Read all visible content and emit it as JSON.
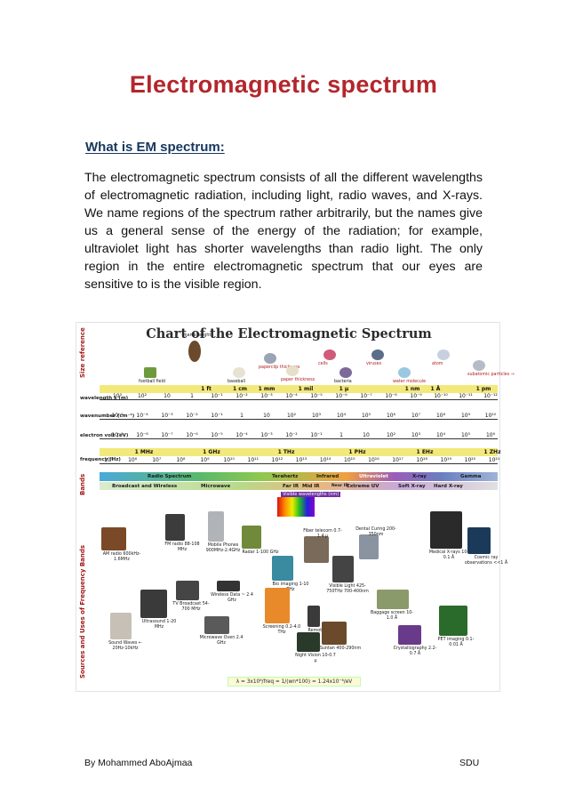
{
  "document": {
    "title": "Electromagnetic spectrum",
    "heading": "What is EM spectrum:",
    "paragraph": "The electromagnetic spectrum consists of all the different wavelengths of electromagnetic radiation, including light, radio waves, and X-rays. We name regions of the spectrum rather arbitrarily, but the names give us a general sense of the energy of the radiation; for example, ultraviolet light has shorter wavelengths than radio light. The only region in the entire electromagnetic spectrum that our eyes are sensitive to is the visible region."
  },
  "figure": {
    "title": "Chart of the Electromagnetic Spectrum",
    "side_labels": {
      "size": "Size reference",
      "bands": "Bands",
      "sources": "Sources and Uses of Frequency Bands"
    },
    "rows": {
      "wavelength": "wavelength λ (m)",
      "wavenumber": "wavenumber (cm⁻¹)",
      "electron_volt": "electron volt (eV)",
      "frequency": "frequency (Hz)"
    },
    "size_refs": [
      "football field",
      "man's height",
      "baseball",
      "paperclip thickness",
      "paper thickness",
      "cells",
      "bacteria",
      "viruses",
      "water molecule",
      "atom",
      "subatomic particles →"
    ],
    "wavelength_units": [
      "1 ft",
      "1 cm",
      "1 mm",
      "1 mil",
      "1 μ",
      "1 nm",
      "1 Å",
      "1 pm"
    ],
    "wavelength_ticks": [
      "10³",
      "10²",
      "10",
      "1",
      "10⁻¹",
      "10⁻²",
      "10⁻³",
      "10⁻⁴",
      "10⁻⁵",
      "10⁻⁶",
      "10⁻⁷",
      "10⁻⁸",
      "10⁻⁹",
      "10⁻¹⁰",
      "10⁻¹¹",
      "10⁻¹²"
    ],
    "wavenumber_ticks": [
      "10⁻⁵",
      "10⁻⁴",
      "10⁻³",
      "10⁻²",
      "10⁻¹",
      "1",
      "10",
      "10²",
      "10³",
      "10⁴",
      "10⁵",
      "10⁶",
      "10⁷",
      "10⁸",
      "10⁹",
      "10¹⁰"
    ],
    "ev_ticks": [
      "10⁻⁹",
      "10⁻⁸",
      "10⁻⁷",
      "10⁻⁶",
      "10⁻⁵",
      "10⁻⁴",
      "10⁻³",
      "10⁻²",
      "10⁻¹",
      "1",
      "10",
      "10²",
      "10³",
      "10⁴",
      "10⁵",
      "10⁶"
    ],
    "frequency_units": [
      "1 MHz",
      "1 GHz",
      "1 THz",
      "1 PHz",
      "1 EHz",
      "1 ZHz"
    ],
    "frequency_ticks": [
      "10⁵",
      "10⁶",
      "10⁷",
      "10⁸",
      "10⁹",
      "10¹⁰",
      "10¹¹",
      "10¹²",
      "10¹³",
      "10¹⁴",
      "10¹⁵",
      "10¹⁶",
      "10¹⁷",
      "10¹⁸",
      "10¹⁹",
      "10²⁰",
      "10²¹"
    ],
    "bands_top": [
      "Radio Spectrum",
      "Terahertz",
      "Infrared",
      "Ultraviolet",
      "X-ray",
      "Gamma"
    ],
    "bands_bottom": [
      "Broadcast and Wireless",
      "Microwave",
      "Far IR",
      "Mid IR",
      "Near IR",
      "Extreme UV",
      "Soft X-ray",
      "Hard X-ray"
    ],
    "visible_label": "Visible wavelengths (nm)",
    "sources": [
      "AM radio 600kHz-1.6MHz",
      "FM radio 88-108 MHz",
      "Mobile Phones 900MHz-2.4GHz",
      "Radar 1-100 GHz",
      "Fiber telecom 0.7-1.4 μ",
      "Dental Curing 200-350nm",
      "Medical X-rays 10-0.1 Å",
      "TV Broadcast 54-700 MHz",
      "Wireless Data ~ 2.4 GHz",
      "Bio imaging 1-10 THz",
      "Visible Light 425-750THz 700-400nm",
      "Baggage screen 10-1.0 Å",
      "Cosmic ray observations <<1 Å",
      "Sound Waves ← 20Hz-10kHz",
      "Ultrasound 1-20 MHz",
      "Remotes 850 nm",
      "Screening 0.2-4.0 THz",
      "Suntan 400-290nm",
      "Crystallography 2.2-0.7 Å",
      "PET imaging 0.1-0.01 Å",
      "Microwave Oven 2.4 GHz",
      "Night Vision 10-0.7 μ"
    ],
    "formula": "λ = 3x10⁸/freq = 1/(wn*100) = 1.24x10⁻⁶/eV"
  },
  "footer": {
    "left": "By Mohammed AboAjmaa",
    "right": "SDU"
  },
  "colors": {
    "title": "#b3262c",
    "heading": "#17365d"
  }
}
